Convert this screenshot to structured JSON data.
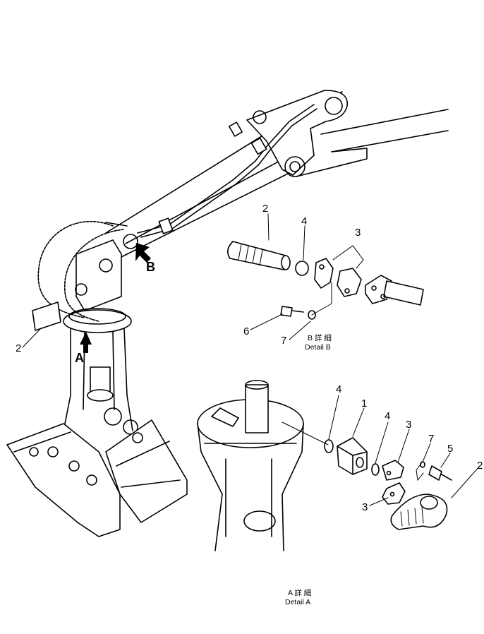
{
  "callouts": {
    "b_arrow": "B",
    "a_arrow": "A",
    "main_hose": "2",
    "b_hose": "2",
    "b_oring": "4",
    "b_split_flange": "3",
    "b_bolt": "6",
    "b_washer": "7",
    "a_oring_left": "4",
    "a_block": "1",
    "a_oring_right": "4",
    "a_flange_upper": "3",
    "a_washer": "7",
    "a_bolt": "5",
    "a_hose": "2",
    "a_flange_lower": "3"
  },
  "captions": {
    "detail_b_jp": "B 詳 細",
    "detail_b_en": "Detail B",
    "detail_a_jp": "A 詳 細",
    "detail_a_en": "Detail A"
  }
}
